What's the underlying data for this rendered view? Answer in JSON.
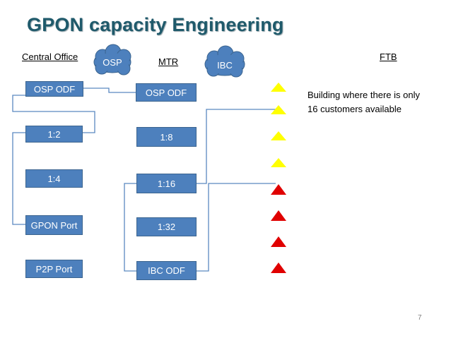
{
  "title": "GPON capacity Engineering",
  "headers": {
    "central_office": "Central Office",
    "mtr": "MTR",
    "ftb": "FTB"
  },
  "clouds": {
    "osp": "OSP",
    "ibc": "IBC"
  },
  "central_office_boxes": [
    "OSP ODF",
    "1:2",
    "1:4",
    "GPON Port",
    "P2P Port"
  ],
  "mtr_boxes": [
    "OSP ODF",
    "1:8",
    "1:16",
    "1:32",
    "IBC ODF"
  ],
  "ftb_markers": [
    "yellow",
    "yellow",
    "yellow",
    "yellow",
    "red",
    "red",
    "red",
    "red"
  ],
  "colors": {
    "title": "#1f5a6b",
    "box_fill": "#4d80bd",
    "cloud_fill": "#4d80bd",
    "yellow_marker": "#ffff00",
    "red_marker": "#e00000"
  },
  "note": "Building where there is only 16 customers available",
  "page_number": "7"
}
